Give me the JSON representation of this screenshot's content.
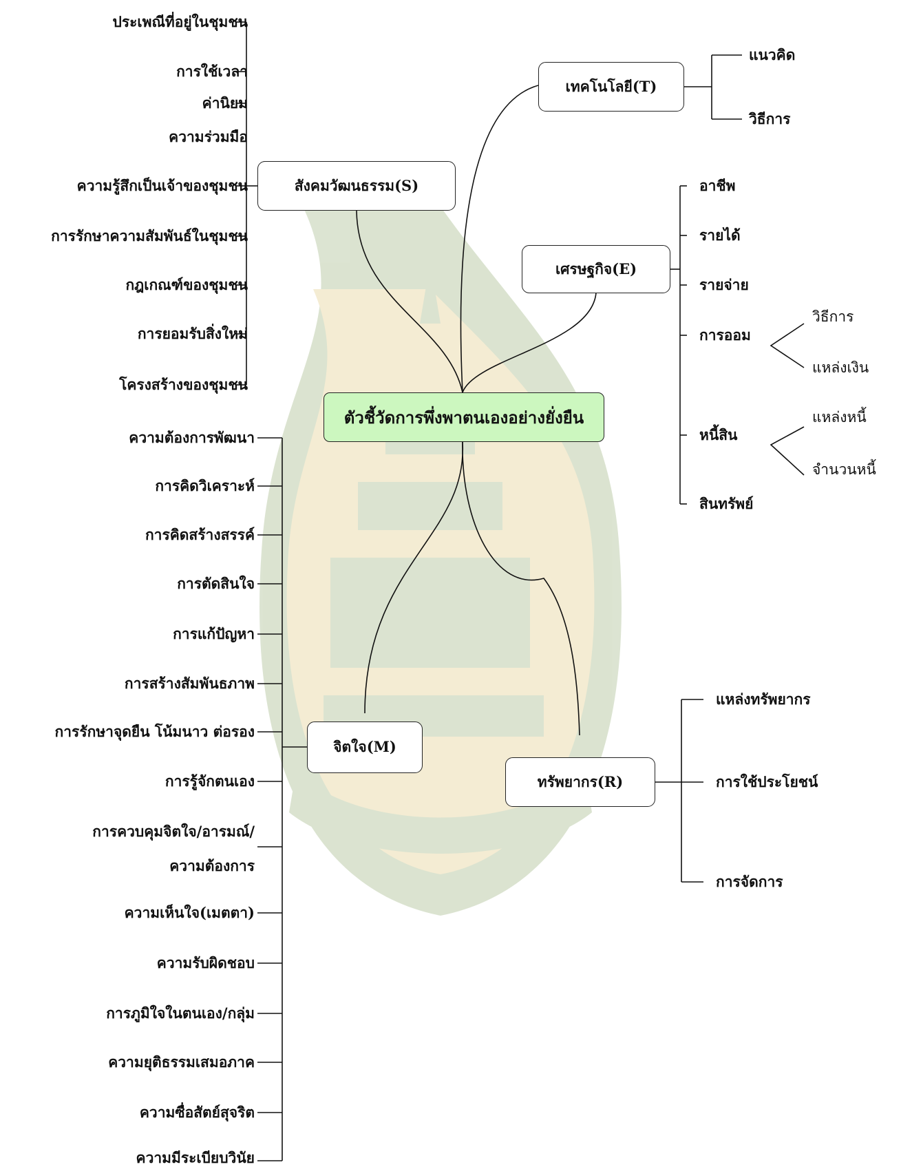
{
  "center": "ตัวชี้วัดการพึ่งพาตนเองอย่างยั่งยืน",
  "nodes": {
    "s": "สังคมวัฒนธรรม(S)",
    "t": "เทคโนโลยี(T)",
    "e": "เศรษฐกิจ(E)",
    "m": "จิตใจ(M)",
    "r": "ทรัพยากร(R)"
  },
  "s_items": [
    "ประเพณีที่อยู่ในชุมชน",
    "การใช้เวลา",
    "ค่านิยม",
    "ความร่วมมือ",
    "ความรู้สึกเป็นเจ้าของชุมชน",
    "การรักษาความสัมพันธ์ในชุมชน",
    "กฎเกณฑ์ของชุมชน",
    "การยอมรับสิ่งใหม่",
    "โครงสร้างของชุมชน"
  ],
  "t_items": [
    "แนวคิด",
    "วิธีการ"
  ],
  "e_items": [
    "อาชีพ",
    "รายได้",
    "รายจ่าย",
    "การออม",
    "หนี้สิน",
    "สินทรัพย์"
  ],
  "e_saving": [
    "วิธีการ",
    "แหล่งเงิน"
  ],
  "e_debt": [
    "แหล่งหนี้",
    "จำนวนหนี้"
  ],
  "m_items": [
    "ความต้องการพัฒนา",
    "การคิดวิเคราะห์",
    "การคิดสร้างสรรค์",
    "การตัดสินใจ",
    "การแก้ปัญหา",
    "การสร้างสัมพันธภาพ",
    "การรักษาจุดยืน โน้มนาว ต่อรอง",
    "การรู้จักตนเอง",
    "การควบคุมจิตใจ/อารมณ์/",
    "ความต้องการ",
    "ความเห็นใจ(เมตตา)",
    "ความรับผิดชอบ",
    "การภูมิใจในตนเอง/กลุ่ม",
    "ความยุติธรรมเสมอภาค",
    "ความซื่อสัตย์สุจริต",
    "ความมีระเบียบวินัย"
  ],
  "r_items": [
    "แหล่งทรัพยากร",
    "การใช้ประโยชน์",
    "การจัดการ"
  ],
  "colors": {
    "center_fill": "#ccf7bf",
    "line": "#111111",
    "watermark_green": "#4f7a1c",
    "watermark_gold": "#c9a227"
  }
}
